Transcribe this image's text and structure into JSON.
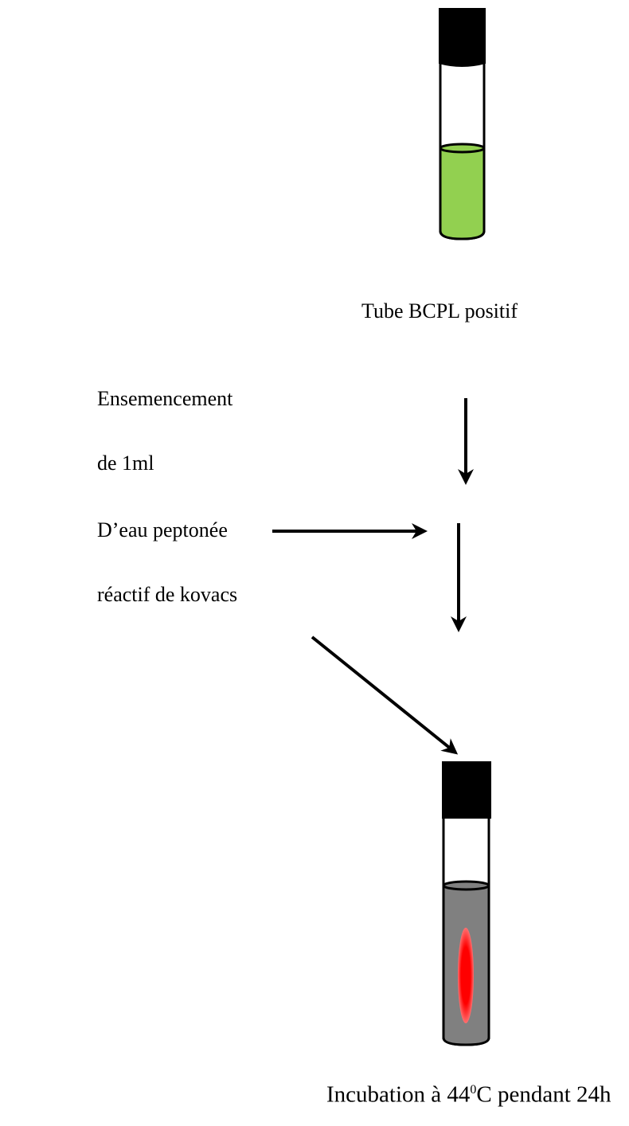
{
  "labels": {
    "tube_top": "Tube BCPL positif",
    "inoculation_line1": "Ensemencement",
    "inoculation_line2": "de 1ml",
    "inoculation_line3": "D’eau peptonée",
    "reagent": "réactif de kovacs",
    "incubation_prefix": "Incubation à 44",
    "incubation_superscript": "0",
    "incubation_suffix": "C pendant 24h"
  },
  "colors": {
    "cap": "#000000",
    "medium_top": "#92d050",
    "medium_bottom": "#808080",
    "indole_ring": "#ff0000",
    "arrow": "#000000"
  },
  "icons": {
    "top_tube": "test-tube-icon",
    "bottom_tube": "test-tube-icon"
  }
}
